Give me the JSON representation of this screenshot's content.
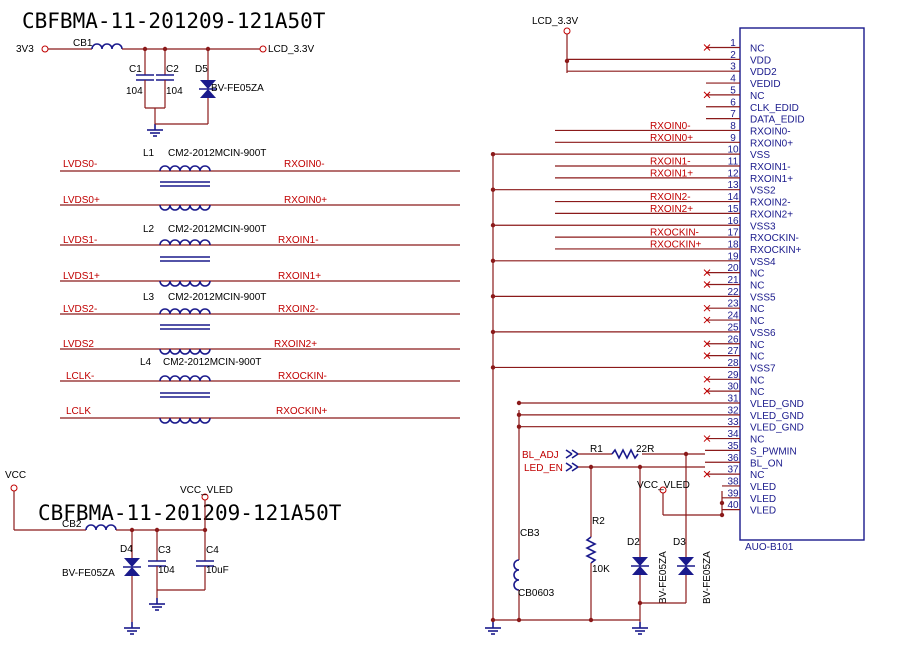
{
  "titles": [
    "CBFBMA-11-201209-121A50T",
    "CBFBMA-11-201209-121A50T"
  ],
  "power_nets": {
    "v33": "3V3",
    "lcd33_top": "LCD_3.3V",
    "lcd33_conn": "LCD_3.3V",
    "vcc": "VCC",
    "vcc_vled_c4": "VCC_VLED",
    "vcc_vled_diode": "VCC_VLED"
  },
  "components": {
    "cb1": "CB1",
    "c1": "C1",
    "c2": "C2",
    "c1_val": "104",
    "c2_val": "104",
    "d5": "D5",
    "d5_val": "BV-FE05ZA",
    "l1": "L1",
    "l2": "L2",
    "l3": "L3",
    "l4": "L4",
    "choke_val": "CM2-2012MCIN-900T",
    "cb2": "CB2",
    "d4": "D4",
    "d4_val": "BV-FE05ZA",
    "c3": "C3",
    "c3_val": "104",
    "c4": "C4",
    "c4_val": "10uF",
    "r1": "R1",
    "r1_val": "22R",
    "r2": "R2",
    "r2_val": "10K",
    "cb3": "CB3",
    "cb3_val": "CB0603",
    "d2": "D2",
    "d2_val": "BV-FE05ZA",
    "d3": "D3",
    "d3_val": "BV-FE05ZA",
    "connector": "AUO-B101"
  },
  "lvds_inputs": [
    "LVDS0-",
    "LVDS0+",
    "LVDS1-",
    "LVDS1+",
    "LVDS2-",
    "LVDS2",
    "LCLK-",
    "LCLK"
  ],
  "lvds_outputs": [
    "RXOIN0-",
    "RXOIN0+",
    "RXOIN1-",
    "RXOIN1+",
    "RXOIN2-",
    "RXOIN2+",
    "RXOCKIN-",
    "RXOCKIN+"
  ],
  "backlight_ports": [
    "BL_ADJ",
    "LED_EN"
  ],
  "connector_pins": [
    {
      "num": "1",
      "name": "NC",
      "net": ""
    },
    {
      "num": "2",
      "name": "VDD",
      "net": ""
    },
    {
      "num": "3",
      "name": "VDD2",
      "net": ""
    },
    {
      "num": "4",
      "name": "VEDID",
      "net": ""
    },
    {
      "num": "5",
      "name": "NC",
      "net": ""
    },
    {
      "num": "6",
      "name": "CLK_EDID",
      "net": ""
    },
    {
      "num": "7",
      "name": "DATA_EDID",
      "net": ""
    },
    {
      "num": "8",
      "name": "RXOIN0-",
      "net": "RXOIN0-"
    },
    {
      "num": "9",
      "name": "RXOIN0+",
      "net": "RXOIN0+"
    },
    {
      "num": "10",
      "name": "VSS",
      "net": ""
    },
    {
      "num": "11",
      "name": "RXOIN1-",
      "net": "RXOIN1-"
    },
    {
      "num": "12",
      "name": "RXOIN1+",
      "net": "RXOIN1+"
    },
    {
      "num": "13",
      "name": "VSS2",
      "net": ""
    },
    {
      "num": "14",
      "name": "RXOIN2-",
      "net": "RXOIN2-"
    },
    {
      "num": "15",
      "name": "RXOIN2+",
      "net": "RXOIN2+"
    },
    {
      "num": "16",
      "name": "VSS3",
      "net": ""
    },
    {
      "num": "17",
      "name": "RXOCKIN-",
      "net": "RXOCKIN-"
    },
    {
      "num": "18",
      "name": "RXOCKIN+",
      "net": "RXOCKIN+"
    },
    {
      "num": "19",
      "name": "VSS4",
      "net": ""
    },
    {
      "num": "20",
      "name": "NC",
      "net": ""
    },
    {
      "num": "21",
      "name": "NC",
      "net": ""
    },
    {
      "num": "22",
      "name": "VSS5",
      "net": ""
    },
    {
      "num": "23",
      "name": "NC",
      "net": ""
    },
    {
      "num": "24",
      "name": "NC",
      "net": ""
    },
    {
      "num": "25",
      "name": "VSS6",
      "net": ""
    },
    {
      "num": "26",
      "name": "NC",
      "net": ""
    },
    {
      "num": "27",
      "name": "NC",
      "net": ""
    },
    {
      "num": "28",
      "name": "VSS7",
      "net": ""
    },
    {
      "num": "29",
      "name": "NC",
      "net": ""
    },
    {
      "num": "30",
      "name": "NC",
      "net": ""
    },
    {
      "num": "31",
      "name": "VLED_GND",
      "net": ""
    },
    {
      "num": "32",
      "name": "VLED_GND",
      "net": ""
    },
    {
      "num": "33",
      "name": "VLED_GND",
      "net": ""
    },
    {
      "num": "34",
      "name": "NC",
      "net": ""
    },
    {
      "num": "35",
      "name": "S_PWMIN",
      "net": ""
    },
    {
      "num": "36",
      "name": "BL_ON",
      "net": ""
    },
    {
      "num": "37",
      "name": "NC",
      "net": ""
    },
    {
      "num": "38",
      "name": "VLED",
      "net": ""
    },
    {
      "num": "39",
      "name": "VLED",
      "net": ""
    },
    {
      "num": "40",
      "name": "VLED",
      "net": ""
    }
  ],
  "colors": {
    "wire": "#8b1a1a",
    "component": "#1a1a8c",
    "net_label": "#c00000",
    "text": "#000000",
    "background": "#ffffff"
  }
}
